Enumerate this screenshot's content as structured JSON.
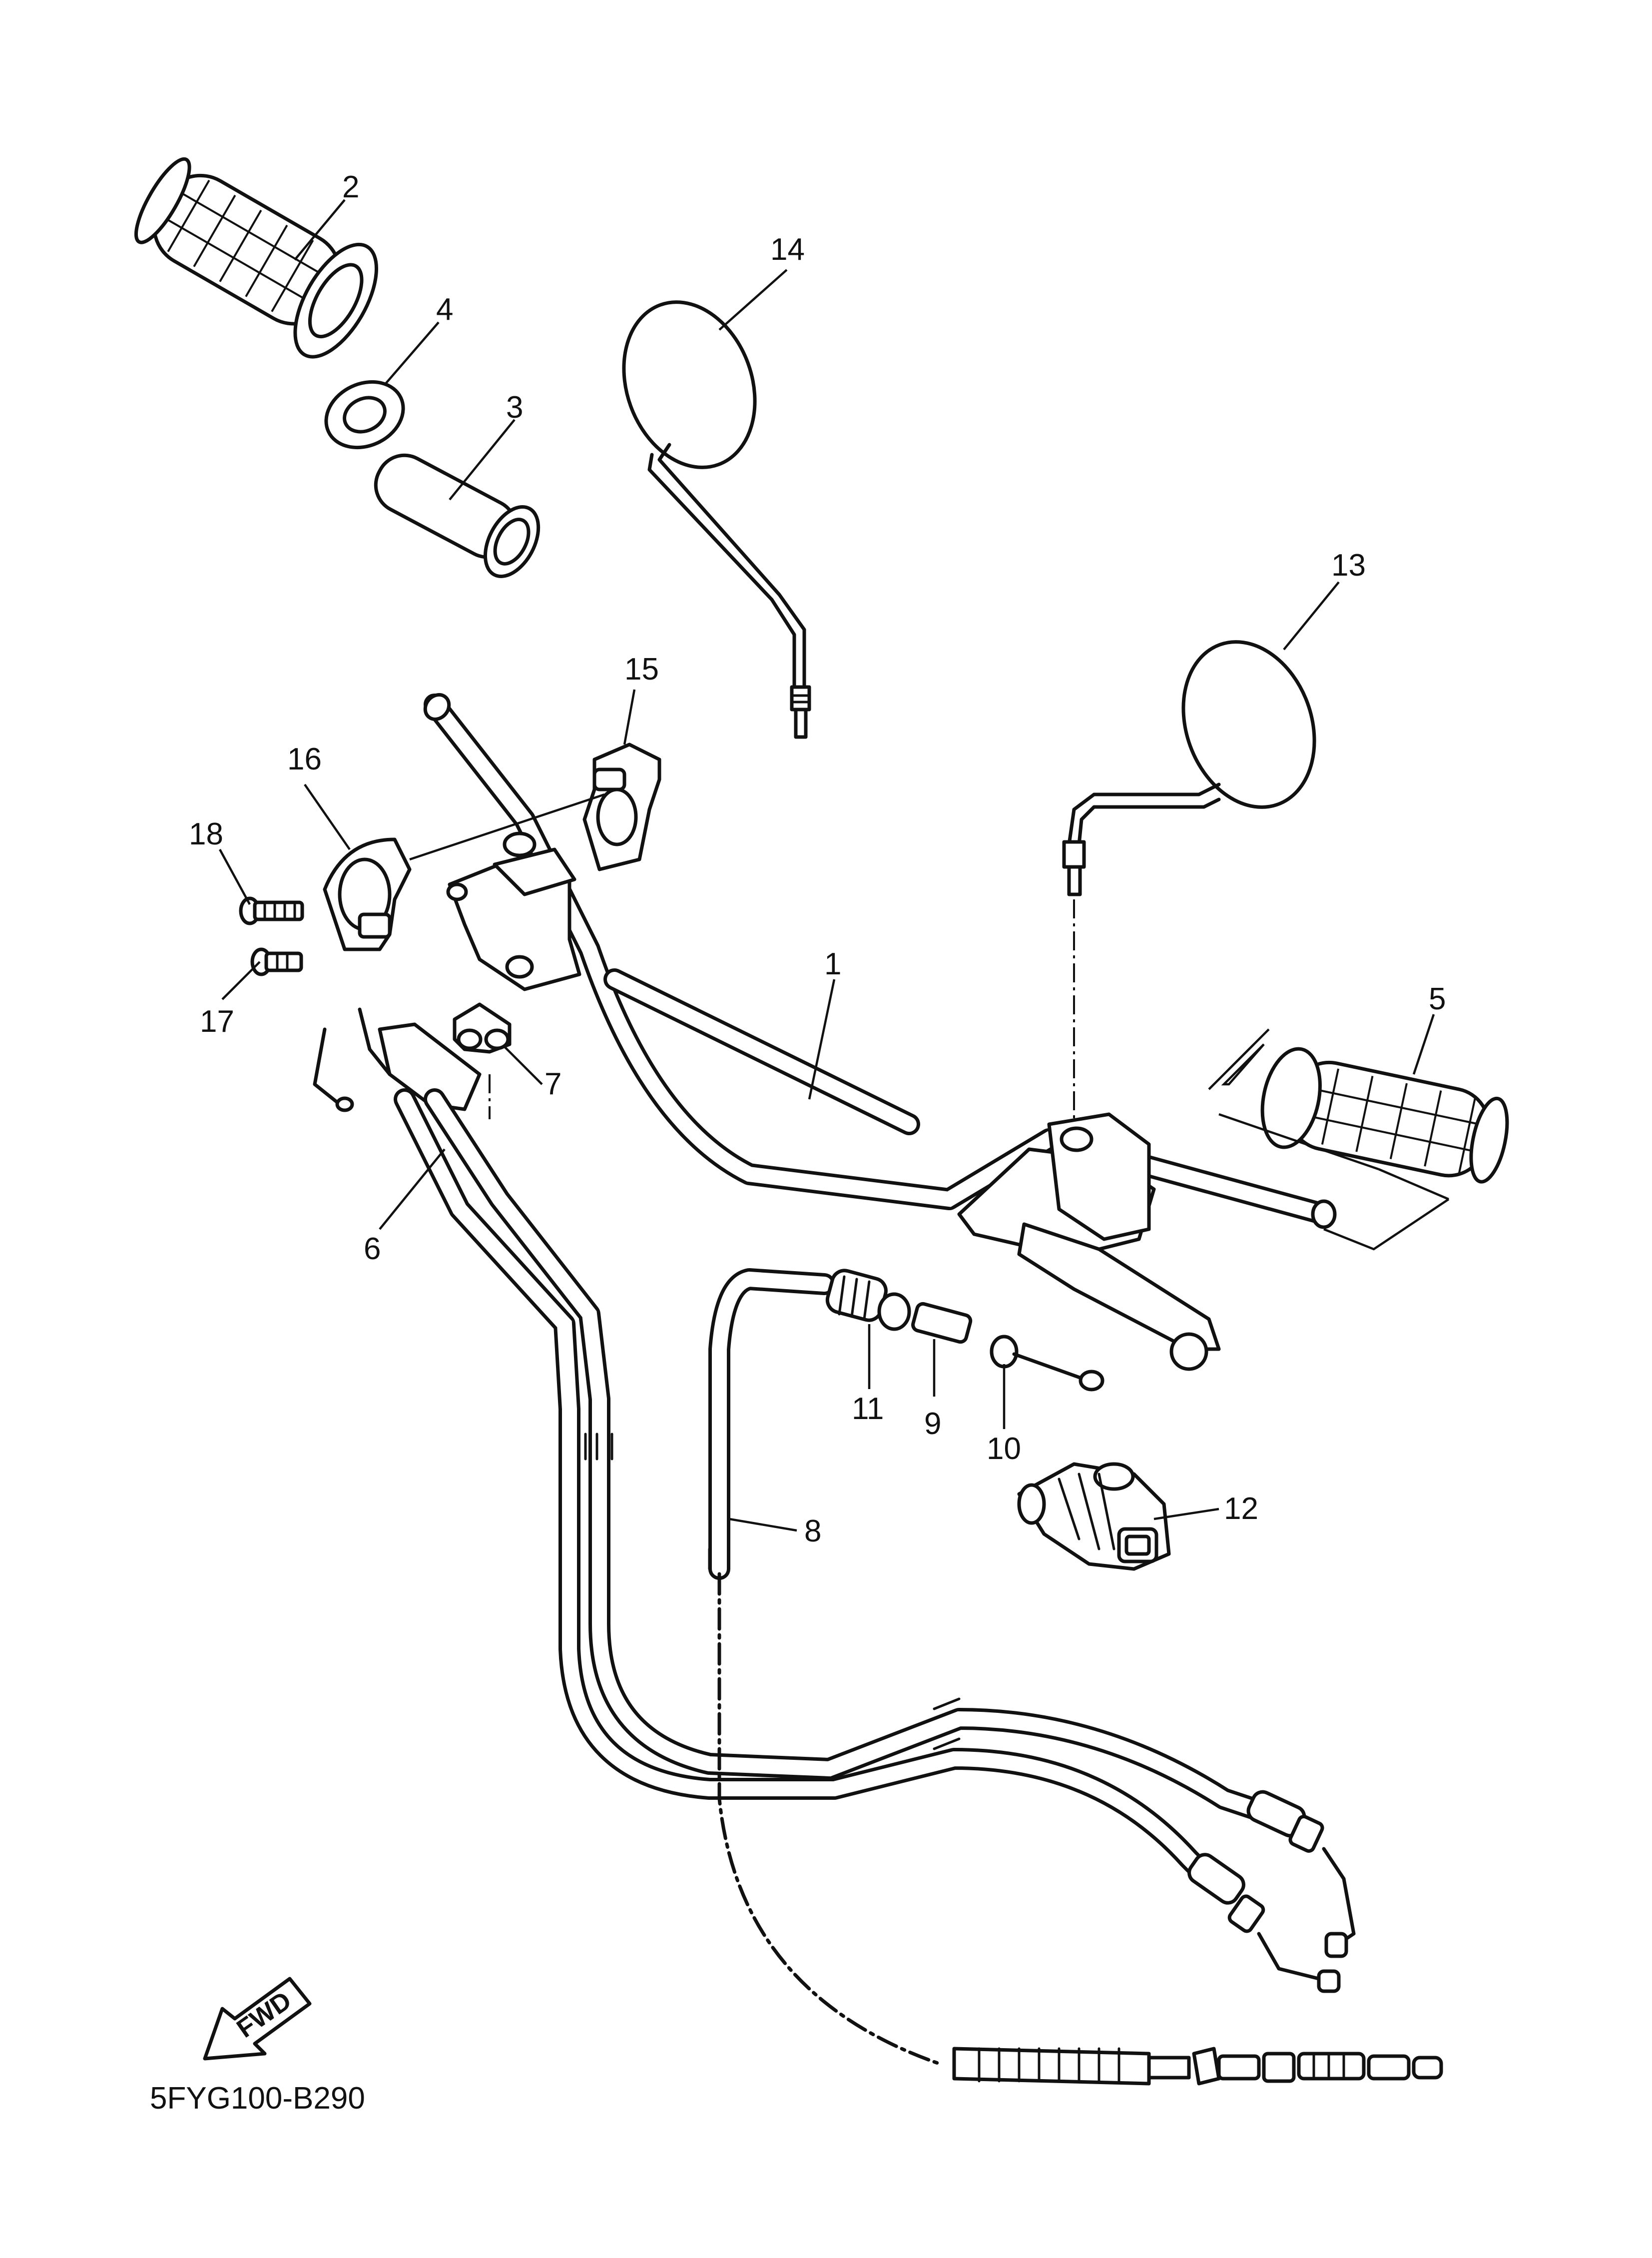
{
  "diagram_code": "5FYG100-B290",
  "fwd_label": "FWD",
  "callouts": {
    "c1": "1",
    "c2": "2",
    "c3": "3",
    "c4": "4",
    "c5": "5",
    "c6": "6",
    "c7": "7",
    "c8": "8",
    "c9": "9",
    "c10": "10",
    "c11": "11",
    "c12": "12",
    "c13": "13",
    "c14": "14",
    "c15": "15",
    "c16": "16",
    "c17": "17",
    "c18": "18"
  },
  "icons": {
    "fwd_arrow": "fwd-arrow-icon"
  },
  "colors": {
    "line": "#111111",
    "background": "#ffffff"
  }
}
